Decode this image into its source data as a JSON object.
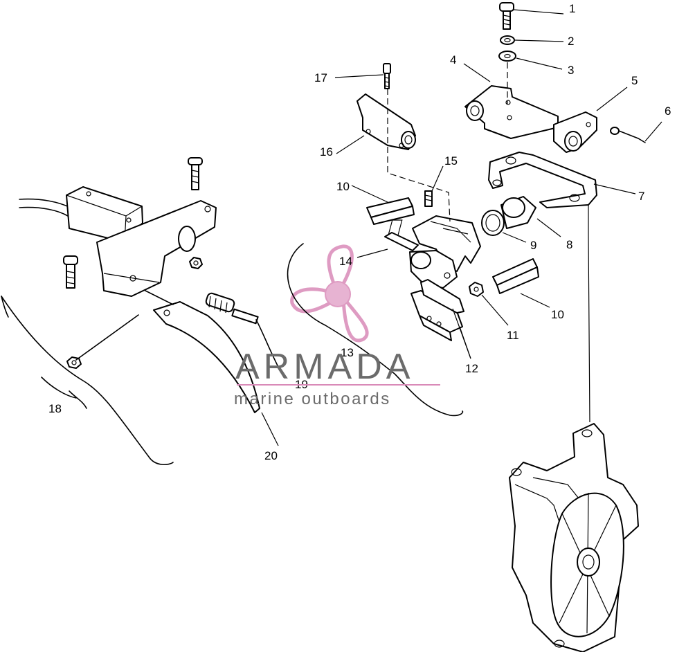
{
  "callouts": [
    {
      "id": "1",
      "text": "1"
    },
    {
      "id": "2",
      "text": "2"
    },
    {
      "id": "3",
      "text": "3"
    },
    {
      "id": "4",
      "text": "4"
    },
    {
      "id": "5",
      "text": "5"
    },
    {
      "id": "6",
      "text": "6"
    },
    {
      "id": "7",
      "text": "7"
    },
    {
      "id": "8",
      "text": "8"
    },
    {
      "id": "9",
      "text": "9"
    },
    {
      "id": "10a",
      "text": "10"
    },
    {
      "id": "10b",
      "text": "10"
    },
    {
      "id": "11",
      "text": "11"
    },
    {
      "id": "12",
      "text": "12"
    },
    {
      "id": "13",
      "text": "13"
    },
    {
      "id": "14",
      "text": "14"
    },
    {
      "id": "15",
      "text": "15"
    },
    {
      "id": "16",
      "text": "16"
    },
    {
      "id": "17",
      "text": "17"
    },
    {
      "id": "18",
      "text": "18"
    },
    {
      "id": "19",
      "text": "19"
    },
    {
      "id": "20",
      "text": "20"
    }
  ],
  "watermark": {
    "brand": "ARMADA",
    "tagline": "marine outboards",
    "text_color": "#6b6b6b",
    "accent_color": "#d98ab8"
  }
}
